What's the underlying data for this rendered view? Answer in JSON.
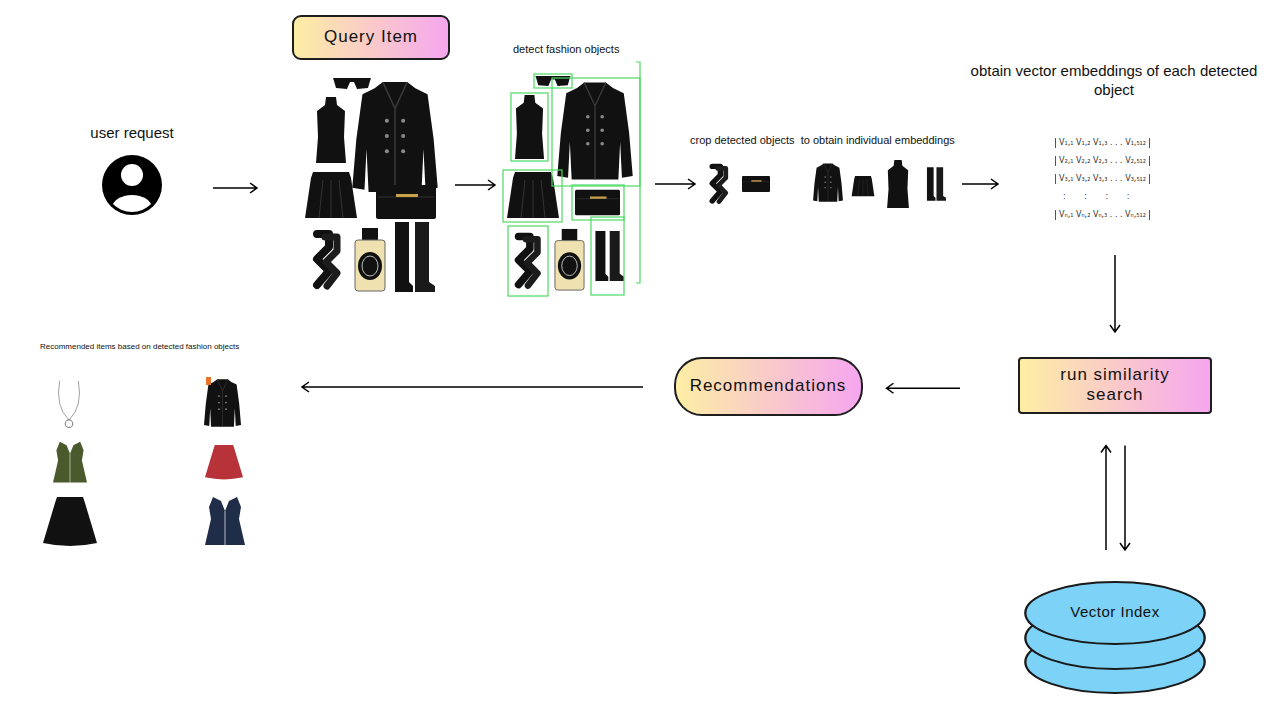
{
  "diagram": {
    "nodes": [
      {
        "text": [
          "user request"
        ]
      },
      {
        "text": [
          "Query Item"
        ]
      },
      {
        "text": [
          "run similarity search"
        ]
      },
      {
        "text": [
          "Vector Index"
        ]
      },
      {
        "text": [
          "Recommendations"
        ]
      }
    ],
    "edges": [
      {
        "from": 2,
        "to": 4,
        "arrow": "to"
      },
      {
        "from": 3,
        "to": 2,
        "arrow": "to"
      },
      {
        "from": 2,
        "to": 3,
        "arrow": "to"
      }
    ],
    "labels": [
      "detect fashion objects",
      "crop detected objects  to obtain individual embeddings",
      "obtain vector embeddings of each detected object",
      "V₁,₁ V₁,₂ V₁,₃ . . . V₁,₅₁₂",
      "V₂,₁ V₂,₂ V₂,₃ . . . V₂,₅₁₂",
      "V₃,₁ V₃,₂ V₃,₃ . . . V₃,₅₁₂",
      ": : : :",
      "Vₙ,₁ Vₙ,₂ Vₙ,₃ . . . Vₙ,₅₁₂",
      "Recommended items based on detected fashion objects"
    ]
  }
}
